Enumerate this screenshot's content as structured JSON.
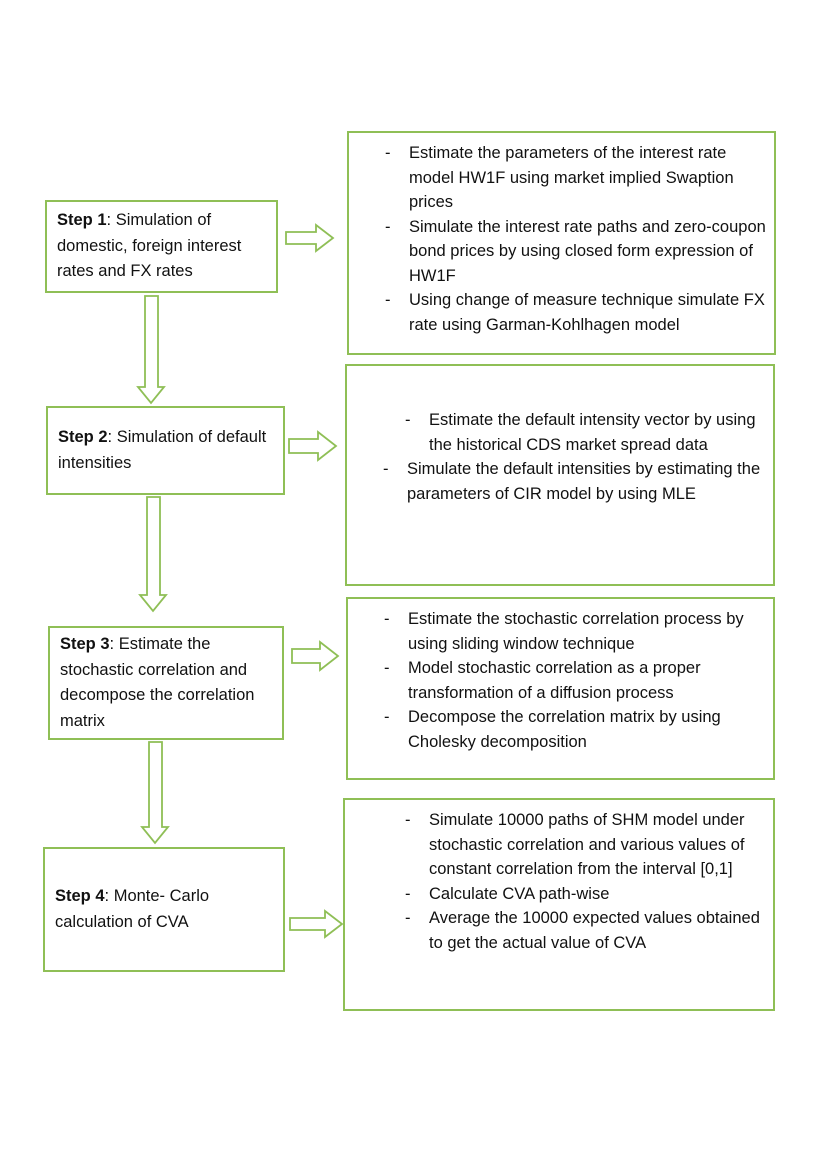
{
  "steps": [
    {
      "label": "Step 1",
      "text": ": Simulation of domestic, foreign interest rates and FX rates",
      "bullets": [
        "Estimate the parameters of the interest rate model HW1F using market implied Swaption prices",
        "Simulate the interest rate paths and zero-coupon bond prices by using closed form expression of HW1F",
        "Using change of measure technique simulate FX rate using Garman-Kohlhagen model"
      ]
    },
    {
      "label": "Step 2",
      "text": ": Simulation of default intensities",
      "bullets": [
        "Estimate the default intensity vector by using the historical CDS market spread data",
        "Simulate the default intensities by estimating the parameters of CIR model by using MLE"
      ]
    },
    {
      "label": "Step 3",
      "text": ": Estimate the stochastic correlation and decompose the correlation matrix",
      "bullets": [
        "Estimate the stochastic correlation process by using sliding window technique",
        "Model stochastic correlation as a proper transformation of a diffusion process",
        "Decompose the correlation matrix by using Cholesky decomposition"
      ]
    },
    {
      "label": "Step 4",
      "text": ": Monte- Carlo calculation of CVA",
      "bullets": [
        "Simulate 10000 paths of SHM model under stochastic correlation and various values of constant correlation from the interval [0,1]",
        "Calculate CVA path-wise",
        "Average the 10000 expected values obtained to get the actual value of CVA"
      ]
    }
  ],
  "bullet_marker": "-",
  "colors": {
    "border": "#8fbf56",
    "arrow": "#8fbf56",
    "text": "#111111"
  }
}
